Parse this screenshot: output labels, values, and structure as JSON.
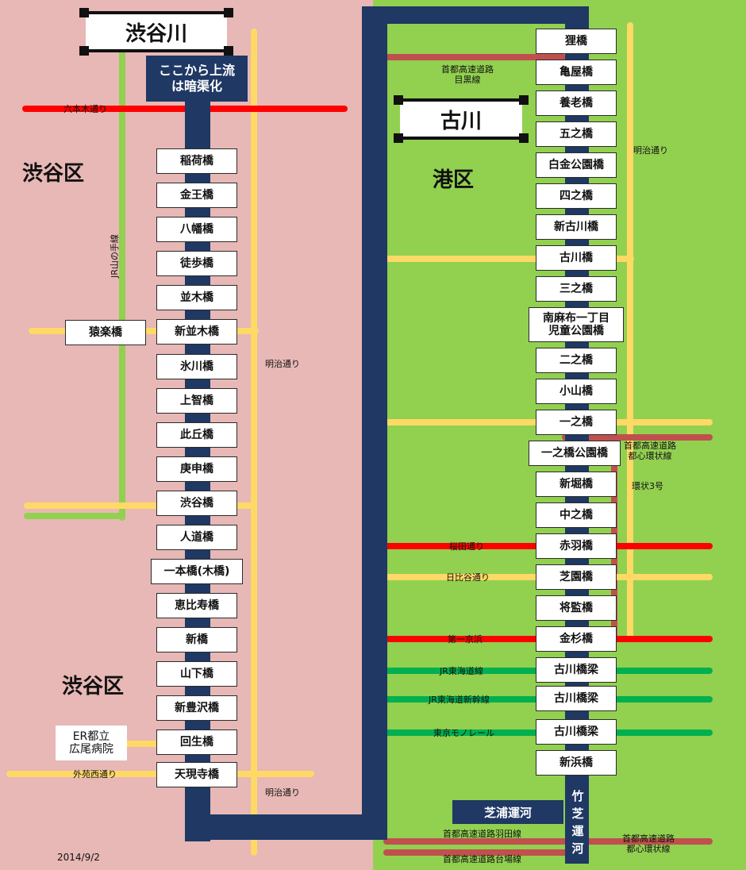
{
  "rivers": {
    "shibuya_title": "渋谷川",
    "furukawa_title": "古川",
    "culvert_note": "ここから上流\nは暗渠化"
  },
  "wards": {
    "shibuya_upper": "渋谷区",
    "shibuya_lower": "渋谷区",
    "minato": "港区"
  },
  "shibuya_bridges": [
    "稲荷橋",
    "金王橋",
    "八幡橋",
    "徒歩橋",
    "並木橋",
    "新並木橋",
    "氷川橋",
    "上智橋",
    "此丘橋",
    "庚申橋",
    "渋谷橋",
    "人道橋",
    "一本橋(木橋)",
    "恵比寿橋",
    "新橋",
    "山下橋",
    "新豊沢橋",
    "回生橋",
    "天現寺橋"
  ],
  "side_bridge": "猿楽橋",
  "hospital": "ER都立\n広尾病院",
  "furukawa_bridges": [
    "狸橋",
    "亀屋橋",
    "養老橋",
    "五之橋",
    "白金公園橋",
    "四之橋",
    "新古川橋",
    "古川橋",
    "三之橋",
    "南麻布一丁目\n児童公園橋",
    "二之橋",
    "小山橋",
    "一之橋",
    "一之橋公園橋",
    "新堀橋",
    "中之橋",
    "赤羽橋",
    "芝園橋",
    "将監橋",
    "金杉橋",
    "古川橋梁",
    "古川橋梁",
    "古川橋梁",
    "新浜橋"
  ],
  "canals": {
    "shibaura": "芝浦運河",
    "takeshiba": "竹\n芝\n運\n河"
  },
  "road_labels": {
    "roppongi": "六本木通り",
    "yamanote": "JR山の手線",
    "meiji_left": "明治通り",
    "meiji_bottom": "明治通り",
    "gaien_nishi": "外苑西通り",
    "shuto_meguro": "首都高速道路\n目黒線",
    "meiji_right": "明治通り",
    "shuto_toshin_mid": "首都高速道路\n都心環状線",
    "kanjo3": "環状3号",
    "sakurada": "桜田通り",
    "hibiya": "日比谷通り",
    "daiichi_keihin": "第一京浜",
    "jr_tokaido": "JR東海道線",
    "jr_shinkansen": "JR東海道新幹線",
    "monorail": "東京モノレール",
    "shuto_haneda": "首都高速道路羽田線",
    "shuto_daiba": "首都高速道路台場線",
    "shuto_toshin_bottom": "首都高速道路\n都心環状線"
  },
  "date": "2014/9/2",
  "colors": {
    "shibuya_bg": "#e7b8b5",
    "minato_bg": "#92d050",
    "river": "#1f3864",
    "major_road": "#ff0000",
    "road": "#ffd966",
    "jr": "#00b050",
    "expressway": "#c0504d"
  }
}
